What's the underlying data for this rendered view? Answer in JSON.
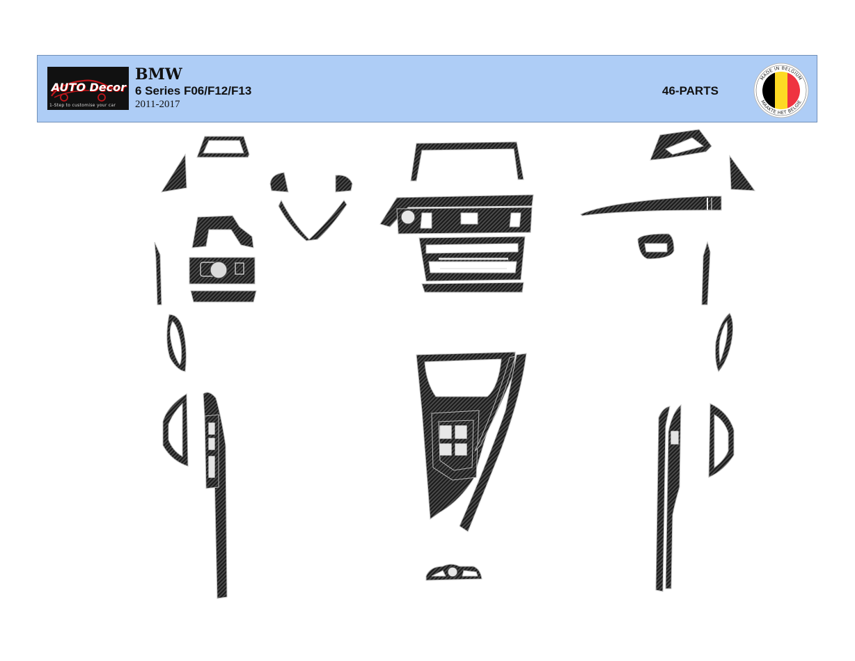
{
  "header": {
    "logo": {
      "brand_line": "AUTO Decor",
      "tagline": "1-Step to customise your car"
    },
    "make": "BMW",
    "model": "6 Series F06/F12/F13",
    "years": "2011-2017",
    "parts_count": "46-PARTS",
    "seal": {
      "top_text": "MADE IN BELGIUM",
      "bottom_text": "MAAKTE HET BELGIE",
      "colors": [
        "#000000",
        "#FDDA24",
        "#EF3340"
      ]
    }
  },
  "colors": {
    "header_bg": "#aecdf6",
    "carbon_dark": "#1c1c1c",
    "carbon_light": "#5a5a5a"
  }
}
